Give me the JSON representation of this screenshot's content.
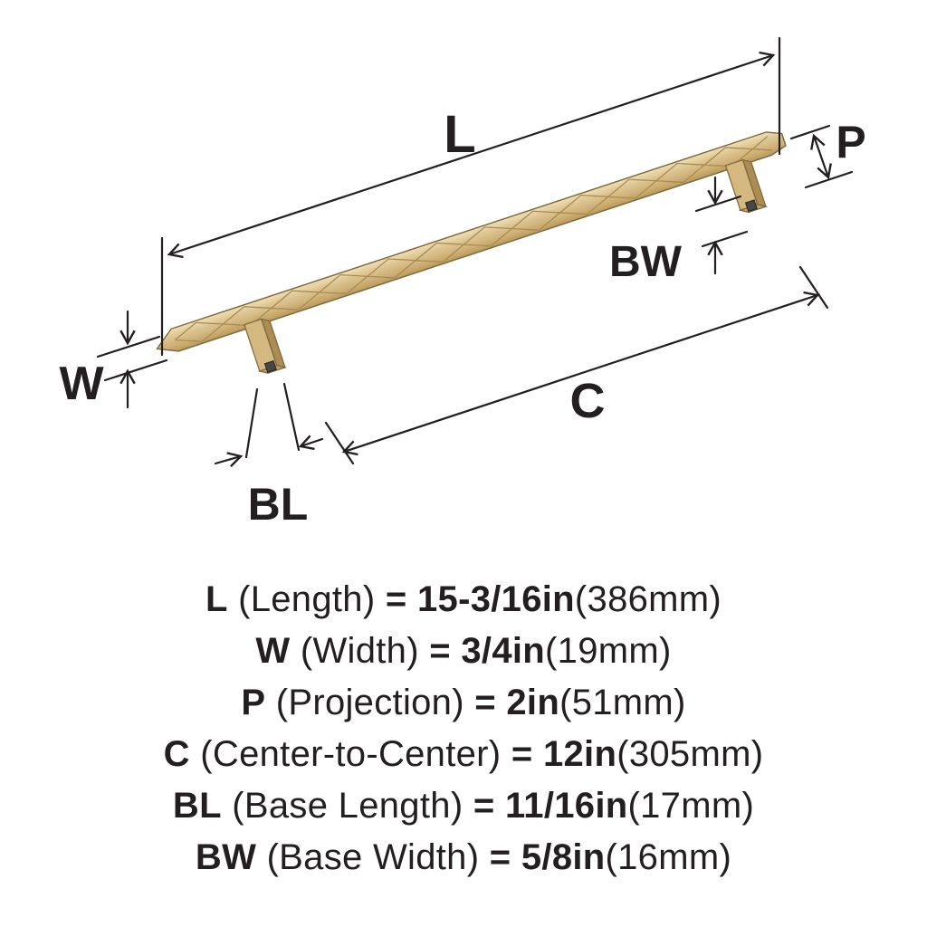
{
  "diagram": {
    "dim_labels": {
      "L": "L",
      "W": "W",
      "P": "P",
      "C": "C",
      "BL": "BL",
      "BW": "BW"
    }
  },
  "specs": [
    {
      "abbr": "L",
      "label": "(Length)",
      "equals": "=",
      "value": "15-3/16in",
      "metric": "(386mm)"
    },
    {
      "abbr": "W",
      "label": "(Width)",
      "equals": "=",
      "value": "3/4in",
      "metric": "(19mm)"
    },
    {
      "abbr": "P",
      "label": "(Projection)",
      "equals": "=",
      "value": "2in",
      "metric": "(51mm)"
    },
    {
      "abbr": "C",
      "label": "(Center-to-Center)",
      "equals": "=",
      "value": "12in",
      "metric": "(305mm)"
    },
    {
      "abbr": "BL",
      "label": "(Base Length)",
      "equals": "=",
      "value": "11/16in",
      "metric": "(17mm)"
    },
    {
      "abbr": "BW",
      "label": "(Base Width)",
      "equals": "=",
      "value": "5/8in",
      "metric": "(16mm)"
    }
  ],
  "colors": {
    "text": "#231f20",
    "handle_gold": "#d8bf8c",
    "handle_gold_light": "#efe0b4",
    "handle_gold_dark": "#b3945c"
  }
}
